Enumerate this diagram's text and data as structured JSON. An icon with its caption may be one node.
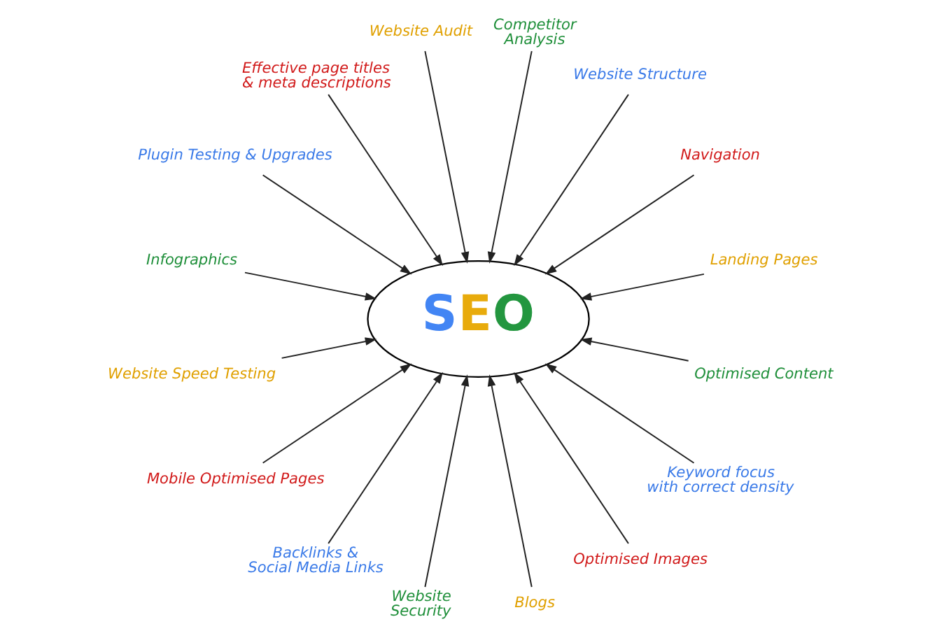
{
  "diagram": {
    "nodes": [
      {
        "text": [
          "SEO"
        ]
      },
      {
        "text": [
          "Website Audit"
        ]
      },
      {
        "text": [
          "Competitor Analysis"
        ]
      },
      {
        "text": [
          "Effective page titles & meta descriptions"
        ]
      },
      {
        "text": [
          "Website Structure"
        ]
      },
      {
        "text": [
          "Plugin Testing & Upgrades"
        ]
      },
      {
        "text": [
          "Navigation"
        ]
      },
      {
        "text": [
          "Infographics"
        ]
      },
      {
        "text": [
          "Landing Pages"
        ]
      },
      {
        "text": [
          "Website Speed Testing"
        ]
      },
      {
        "text": [
          "Optimised Content"
        ]
      },
      {
        "text": [
          "Mobile Optimised Pages"
        ]
      },
      {
        "text": [
          "Keyword focus with correct density"
        ]
      },
      {
        "text": [
          "Blogs"
        ]
      },
      {
        "text": [
          "Backlinks & Social Media Links"
        ]
      },
      {
        "text": [
          "Optimised Images"
        ]
      },
      {
        "text": [
          "Website Security"
        ]
      }
    ],
    "edges": [
      {
        "from": 1,
        "to": 0,
        "arrow": "to"
      },
      {
        "from": 2,
        "to": 0,
        "arrow": "to"
      },
      {
        "from": 4,
        "to": 0,
        "arrow": "to"
      },
      {
        "from": 6,
        "to": 0,
        "arrow": "to"
      },
      {
        "from": 8,
        "to": 0,
        "arrow": "to"
      },
      {
        "from": 10,
        "to": 0,
        "arrow": "to"
      },
      {
        "from": 12,
        "to": 0,
        "arrow": "to"
      },
      {
        "from": 15,
        "to": 0,
        "arrow": "to"
      },
      {
        "from": 13,
        "to": 0,
        "arrow": "to"
      },
      {
        "from": 16,
        "to": 0,
        "arrow": "to"
      },
      {
        "from": 14,
        "to": 0,
        "arrow": "to"
      },
      {
        "from": 11,
        "to": 0,
        "arrow": "to"
      },
      {
        "from": 9,
        "to": 0,
        "arrow": "to"
      },
      {
        "from": 7,
        "to": 0,
        "arrow": "to"
      },
      {
        "from": 5,
        "to": 0,
        "arrow": "to"
      },
      {
        "from": 3,
        "to": 0,
        "arrow": "to"
      }
    ]
  }
}
